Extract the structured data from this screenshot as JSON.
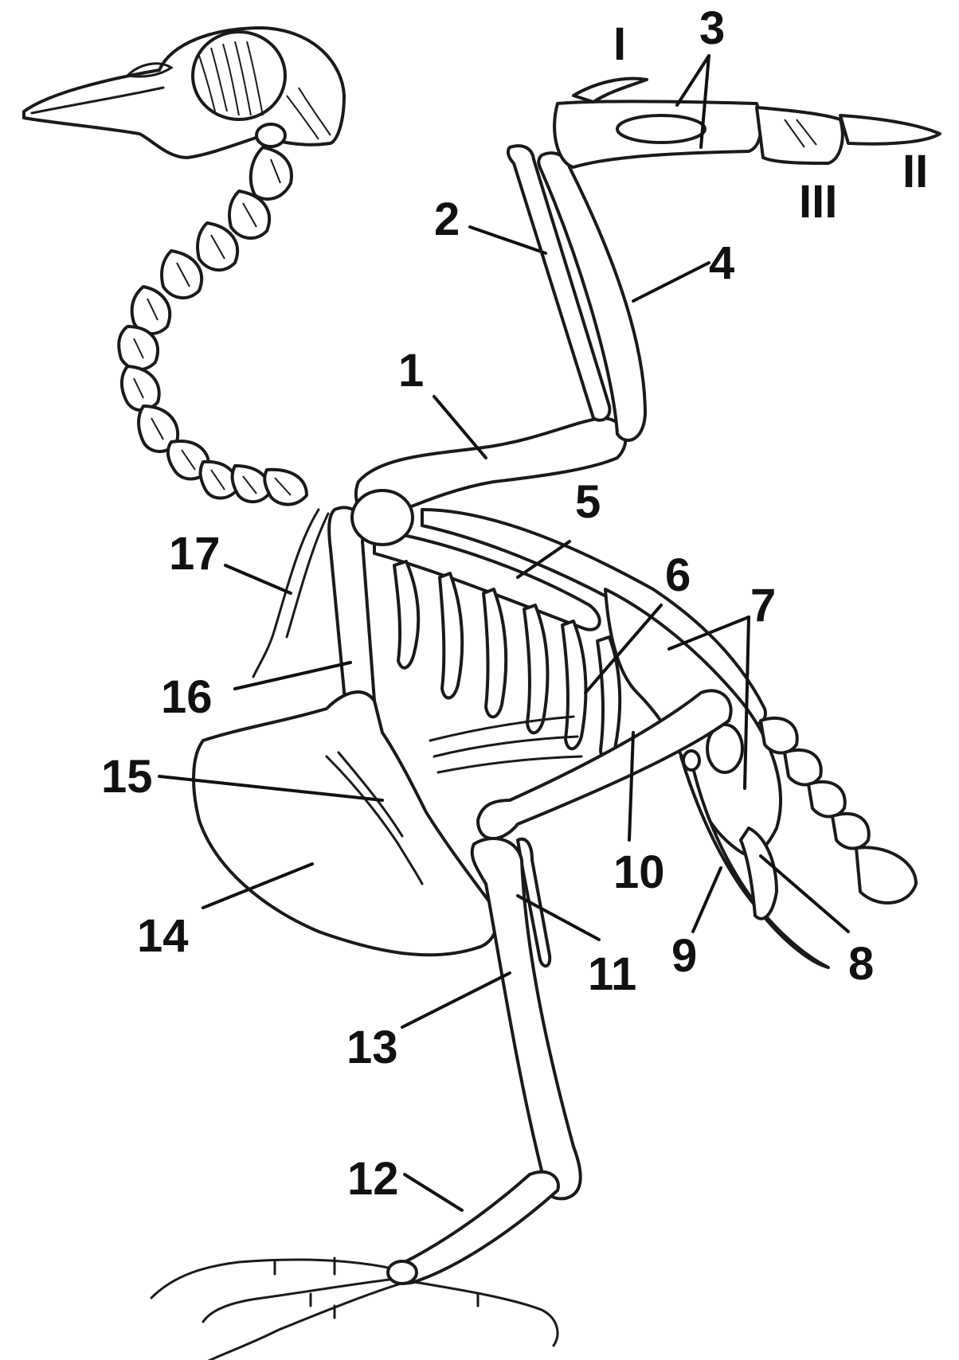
{
  "labels": {
    "l1": "1",
    "l2": "2",
    "l3": "3",
    "l4": "4",
    "l5": "5",
    "l6": "6",
    "l7": "7",
    "l8": "8",
    "l9": "9",
    "l10": "10",
    "l11": "11",
    "l12": "12",
    "l13": "13",
    "l14": "14",
    "l15": "15",
    "l16": "16",
    "l17": "17",
    "dI": "I",
    "dII": "II",
    "dIII": "III"
  },
  "colors": {
    "ink": "#111111",
    "background": "#ffffff"
  }
}
